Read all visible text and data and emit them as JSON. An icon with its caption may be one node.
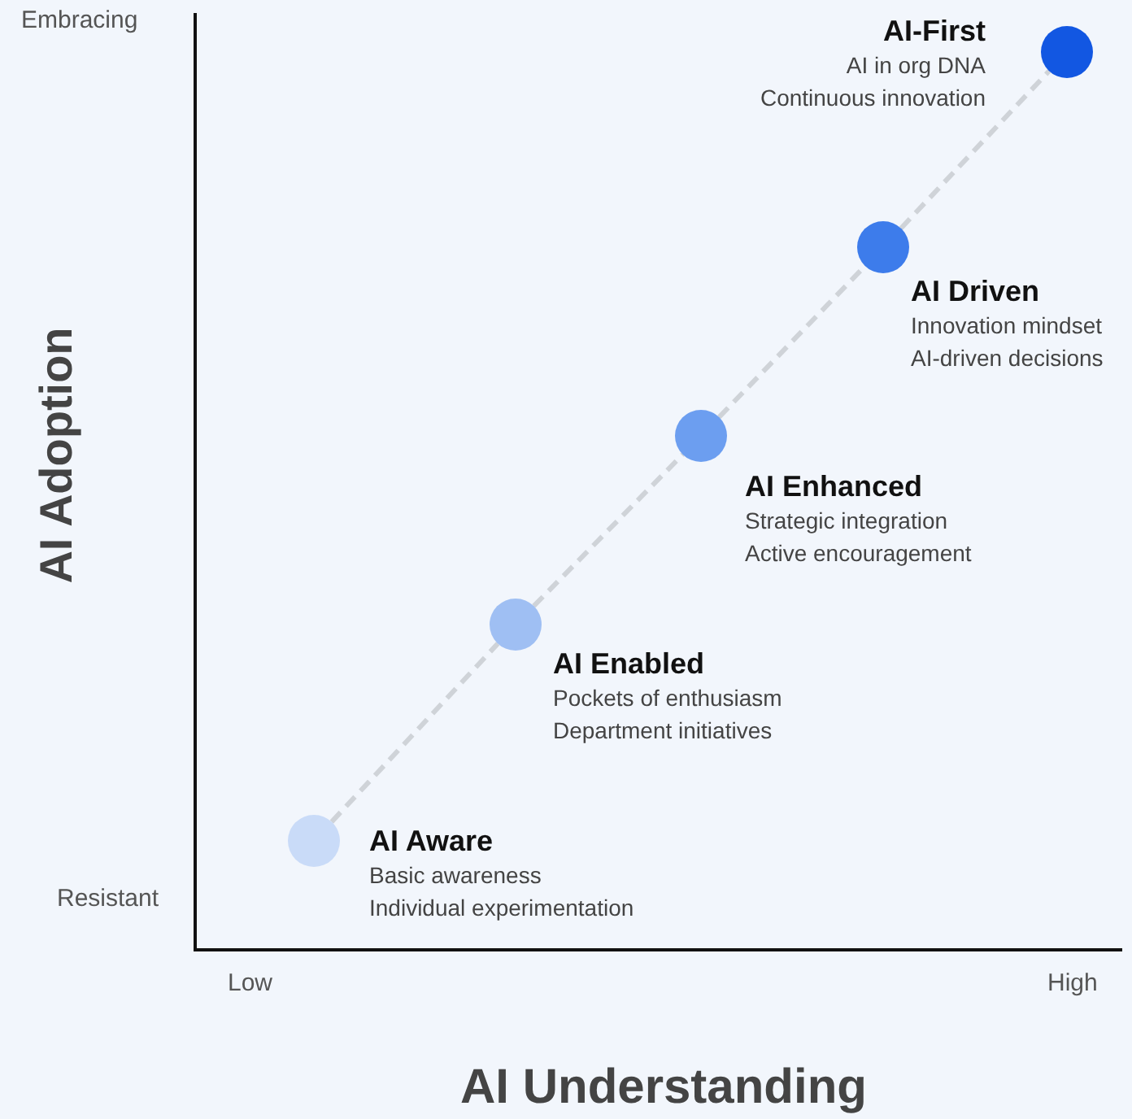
{
  "diagram": {
    "nodes": [
      {
        "text": [],
        "shape": "circle",
        "beside": [
          "AI Aware",
          "Basic awareness",
          "Individual experimentation"
        ]
      },
      {
        "text": [],
        "shape": "circle",
        "beside": [
          "AI Enabled",
          "Pockets of enthusiasm",
          "Department initiatives"
        ]
      },
      {
        "text": [],
        "shape": "circle",
        "beside": [
          "AI Enhanced",
          "Strategic integration",
          "Active encouragement"
        ]
      },
      {
        "text": [],
        "shape": "circle",
        "beside": [
          "AI Driven",
          "Innovation mindset",
          "AI-driven decisions"
        ]
      },
      {
        "text": [],
        "shape": "circle",
        "beside": [
          "AI-First",
          "AI in org DNA",
          "Continuous innovation"
        ]
      }
    ],
    "edges": [
      {
        "from": 0,
        "to": 1,
        "arrow": "none",
        "style": "dashed"
      },
      {
        "from": 1,
        "to": 2,
        "arrow": "none",
        "style": "dashed"
      },
      {
        "from": 2,
        "to": 3,
        "arrow": "none",
        "style": "dashed"
      },
      {
        "from": 3,
        "to": 4,
        "arrow": "none",
        "style": "dashed"
      }
    ],
    "labels": [
      "Embracing",
      "AI Adoption",
      "Resistant",
      "Low",
      "High",
      "AI Understanding"
    ]
  }
}
